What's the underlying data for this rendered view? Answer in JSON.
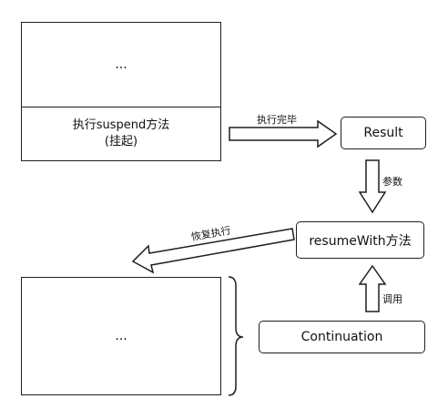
{
  "top_frame": {
    "ellipsis": "...",
    "method_line1": "执行suspend方法",
    "method_line2": "(挂起)"
  },
  "arrows": {
    "finish_label": "执行完毕",
    "param_label": "参数",
    "resume_label": "恢复执行",
    "call_label": "调用"
  },
  "result_box": {
    "label": "Result"
  },
  "resume_box": {
    "label": "resumeWith方法"
  },
  "continuation_box": {
    "label": "Continuation"
  },
  "bottom_frame": {
    "ellipsis": "..."
  }
}
